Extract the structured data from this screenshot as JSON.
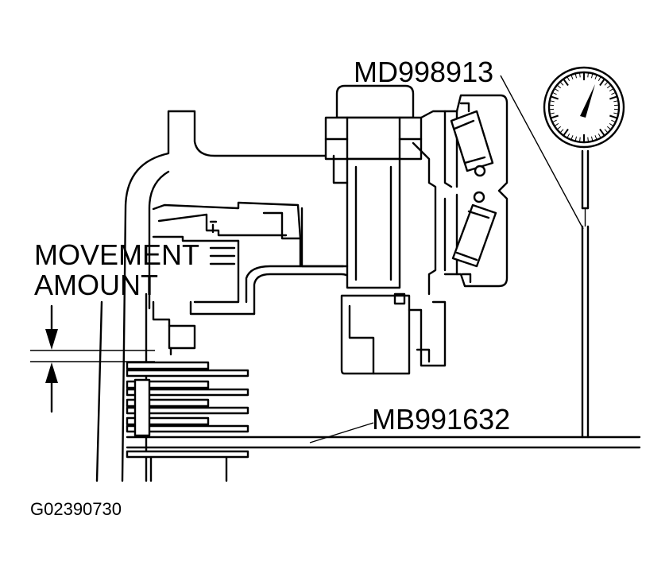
{
  "labels": {
    "movement_line1": "MOVEMENT",
    "movement_line2": "AMOUNT",
    "tool_gauge": "MD998913",
    "tool_base": "MB991632",
    "figure_code": "G02390730"
  },
  "icons": [
    "dial-gauge-icon",
    "up-arrow-icon",
    "down-arrow-icon"
  ],
  "colors": {
    "ink": "#000000",
    "paper": "#ffffff"
  }
}
